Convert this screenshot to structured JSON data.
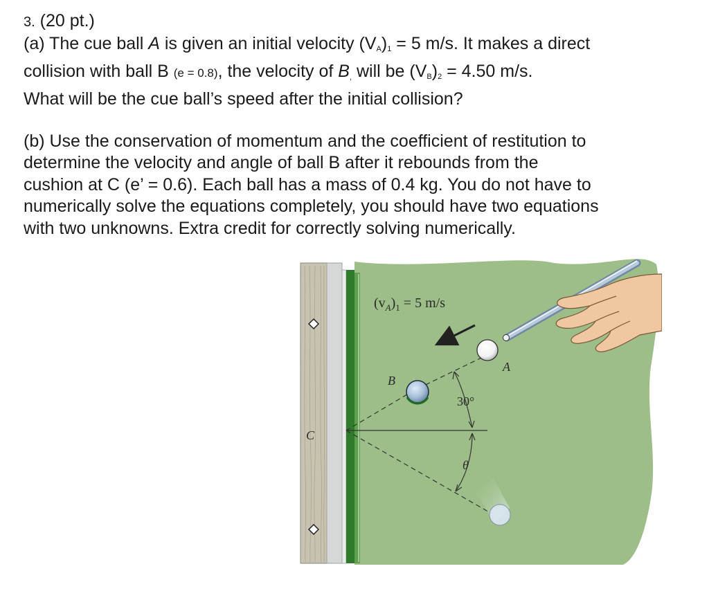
{
  "problem": {
    "number": "3.",
    "points": "(20 pt.)",
    "part_a": {
      "l1_a": "(a) The cue ball ",
      "l1_var": "A",
      "l1_b": " is given an initial velocity (V",
      "l1_sub1": "A",
      "l1_c": ")",
      "l1_sub2": "1",
      "l1_d": " = 5 m/s. It makes a direct",
      "l2_a": "collision with ball B ",
      "l2_e": "(e = 0.8)",
      "l2_b": ", the velocity of ",
      "l2_var": "B",
      "l2_comma": ",",
      "l2_c": " will be (V",
      "l2_sub1": "B",
      "l2_d": ")",
      "l2_sub2": "2",
      "l2_e2": " = 4.50 m/s.",
      "l3": "What will be the cue ball’s speed after the initial collision?"
    },
    "part_b": {
      "l1": "(b) Use the conservation of momentum and the coefficient of restitution to",
      "l2": "determine the velocity and angle of ball B after it rebounds from the",
      "l3": "cushion at C (e’ = 0.6). Each ball has a mass of 0.4 kg. You do not have to",
      "l4": "numerically solve the equations completely, you should have two equations",
      "l5": "with two unknowns. Extra credit for correctly solving numerically."
    }
  },
  "figure": {
    "velocity_label": "(vA)1 = 5 m/s",
    "velocity_v": "(v",
    "velocity_sub_a": "A",
    "velocity_paren": ")",
    "velocity_sub_1": "1",
    "velocity_value": " = 5 m/s",
    "label_a": "A",
    "label_b": "B",
    "label_c": "C",
    "angle_30": "30°",
    "angle_theta": "θ",
    "colors": {
      "table_felt": "#9dbe88",
      "cushion_green": "#3f8f3a",
      "rail_wood": "#c8c2b0",
      "rail_gray": "#d6d8d8",
      "ball_b": "#a9c2dc",
      "ball_a": "#ffffff",
      "skin": "#f0c7a0"
    },
    "icons": [
      "cue-stick",
      "hand",
      "diamond-marker"
    ]
  }
}
